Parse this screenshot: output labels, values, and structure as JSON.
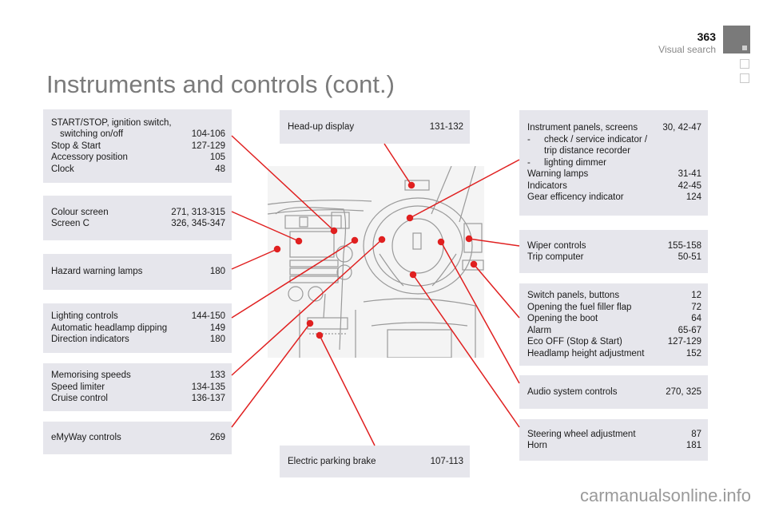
{
  "header": {
    "page_number": "363",
    "section": "Visual search",
    "title": "Instruments and controls (cont.)"
  },
  "colors": {
    "box_background": "#e6e6ec",
    "callout_line": "#e02020",
    "title": "#7b7b7b",
    "tab_active": "#7a7a7a"
  },
  "left_boxes": [
    {
      "rows": [
        {
          "label": "START/STOP, ignition switch,",
          "page": ""
        },
        {
          "label": "switching on/off",
          "page": "104-106",
          "indent": true
        },
        {
          "label": "Stop & Start",
          "page": "127-129"
        },
        {
          "label": "Accessory position",
          "page": "105"
        },
        {
          "label": "Clock",
          "page": "48"
        }
      ]
    },
    {
      "rows": [
        {
          "label": "Colour screen",
          "page": "271, 313-315"
        },
        {
          "label": "Screen C",
          "page": "326, 345-347"
        }
      ]
    },
    {
      "rows": [
        {
          "label": "Hazard warning lamps",
          "page": "180"
        }
      ]
    },
    {
      "rows": [
        {
          "label": "Lighting controls",
          "page": "144-150"
        },
        {
          "label": "Automatic headlamp dipping",
          "page": "149"
        },
        {
          "label": "Direction indicators",
          "page": "180"
        }
      ]
    },
    {
      "rows": [
        {
          "label": "Memorising speeds",
          "page": "133"
        },
        {
          "label": "Speed limiter",
          "page": "134-135"
        },
        {
          "label": "Cruise control",
          "page": "136-137"
        }
      ]
    },
    {
      "rows": [
        {
          "label": "eMyWay controls",
          "page": "269"
        }
      ]
    }
  ],
  "center_boxes": {
    "top": {
      "label": "Head-up display",
      "page": "131-132"
    },
    "bottom": {
      "label": "Electric parking brake",
      "page": "107-113"
    }
  },
  "right_boxes": [
    {
      "rows": [
        {
          "label": "Instrument panels, screens",
          "page": "30, 42-47"
        },
        {
          "dash": "-",
          "label": "check / service indicator /",
          "page": ""
        },
        {
          "label": "trip distance recorder",
          "page": "",
          "dashcont": true
        },
        {
          "dash": "-",
          "label": "lighting dimmer",
          "page": ""
        },
        {
          "label": "Warning lamps",
          "page": "31-41"
        },
        {
          "label": "Indicators",
          "page": "42-45"
        },
        {
          "label": "Gear efficency indicator",
          "page": "124"
        }
      ]
    },
    {
      "rows": [
        {
          "label": "Wiper controls",
          "page": "155-158"
        },
        {
          "label": "Trip computer",
          "page": "50-51"
        }
      ]
    },
    {
      "rows": [
        {
          "label": "Switch panels, buttons",
          "page": "12"
        },
        {
          "label": "Opening the fuel filler flap",
          "page": "72"
        },
        {
          "label": "Opening the boot",
          "page": "64"
        },
        {
          "label": "Alarm",
          "page": "65-67"
        },
        {
          "label": "Eco OFF (Stop & Start)",
          "page": "127-129"
        },
        {
          "label": "Headlamp height adjustment",
          "page": "152"
        }
      ]
    },
    {
      "rows": [
        {
          "label": "Audio system controls",
          "page": "270, 325"
        }
      ]
    },
    {
      "rows": [
        {
          "label": "Steering wheel adjustment",
          "page": "87"
        },
        {
          "label": "Horn",
          "page": "181"
        }
      ]
    }
  ],
  "watermark": "carmanualsonline.info"
}
